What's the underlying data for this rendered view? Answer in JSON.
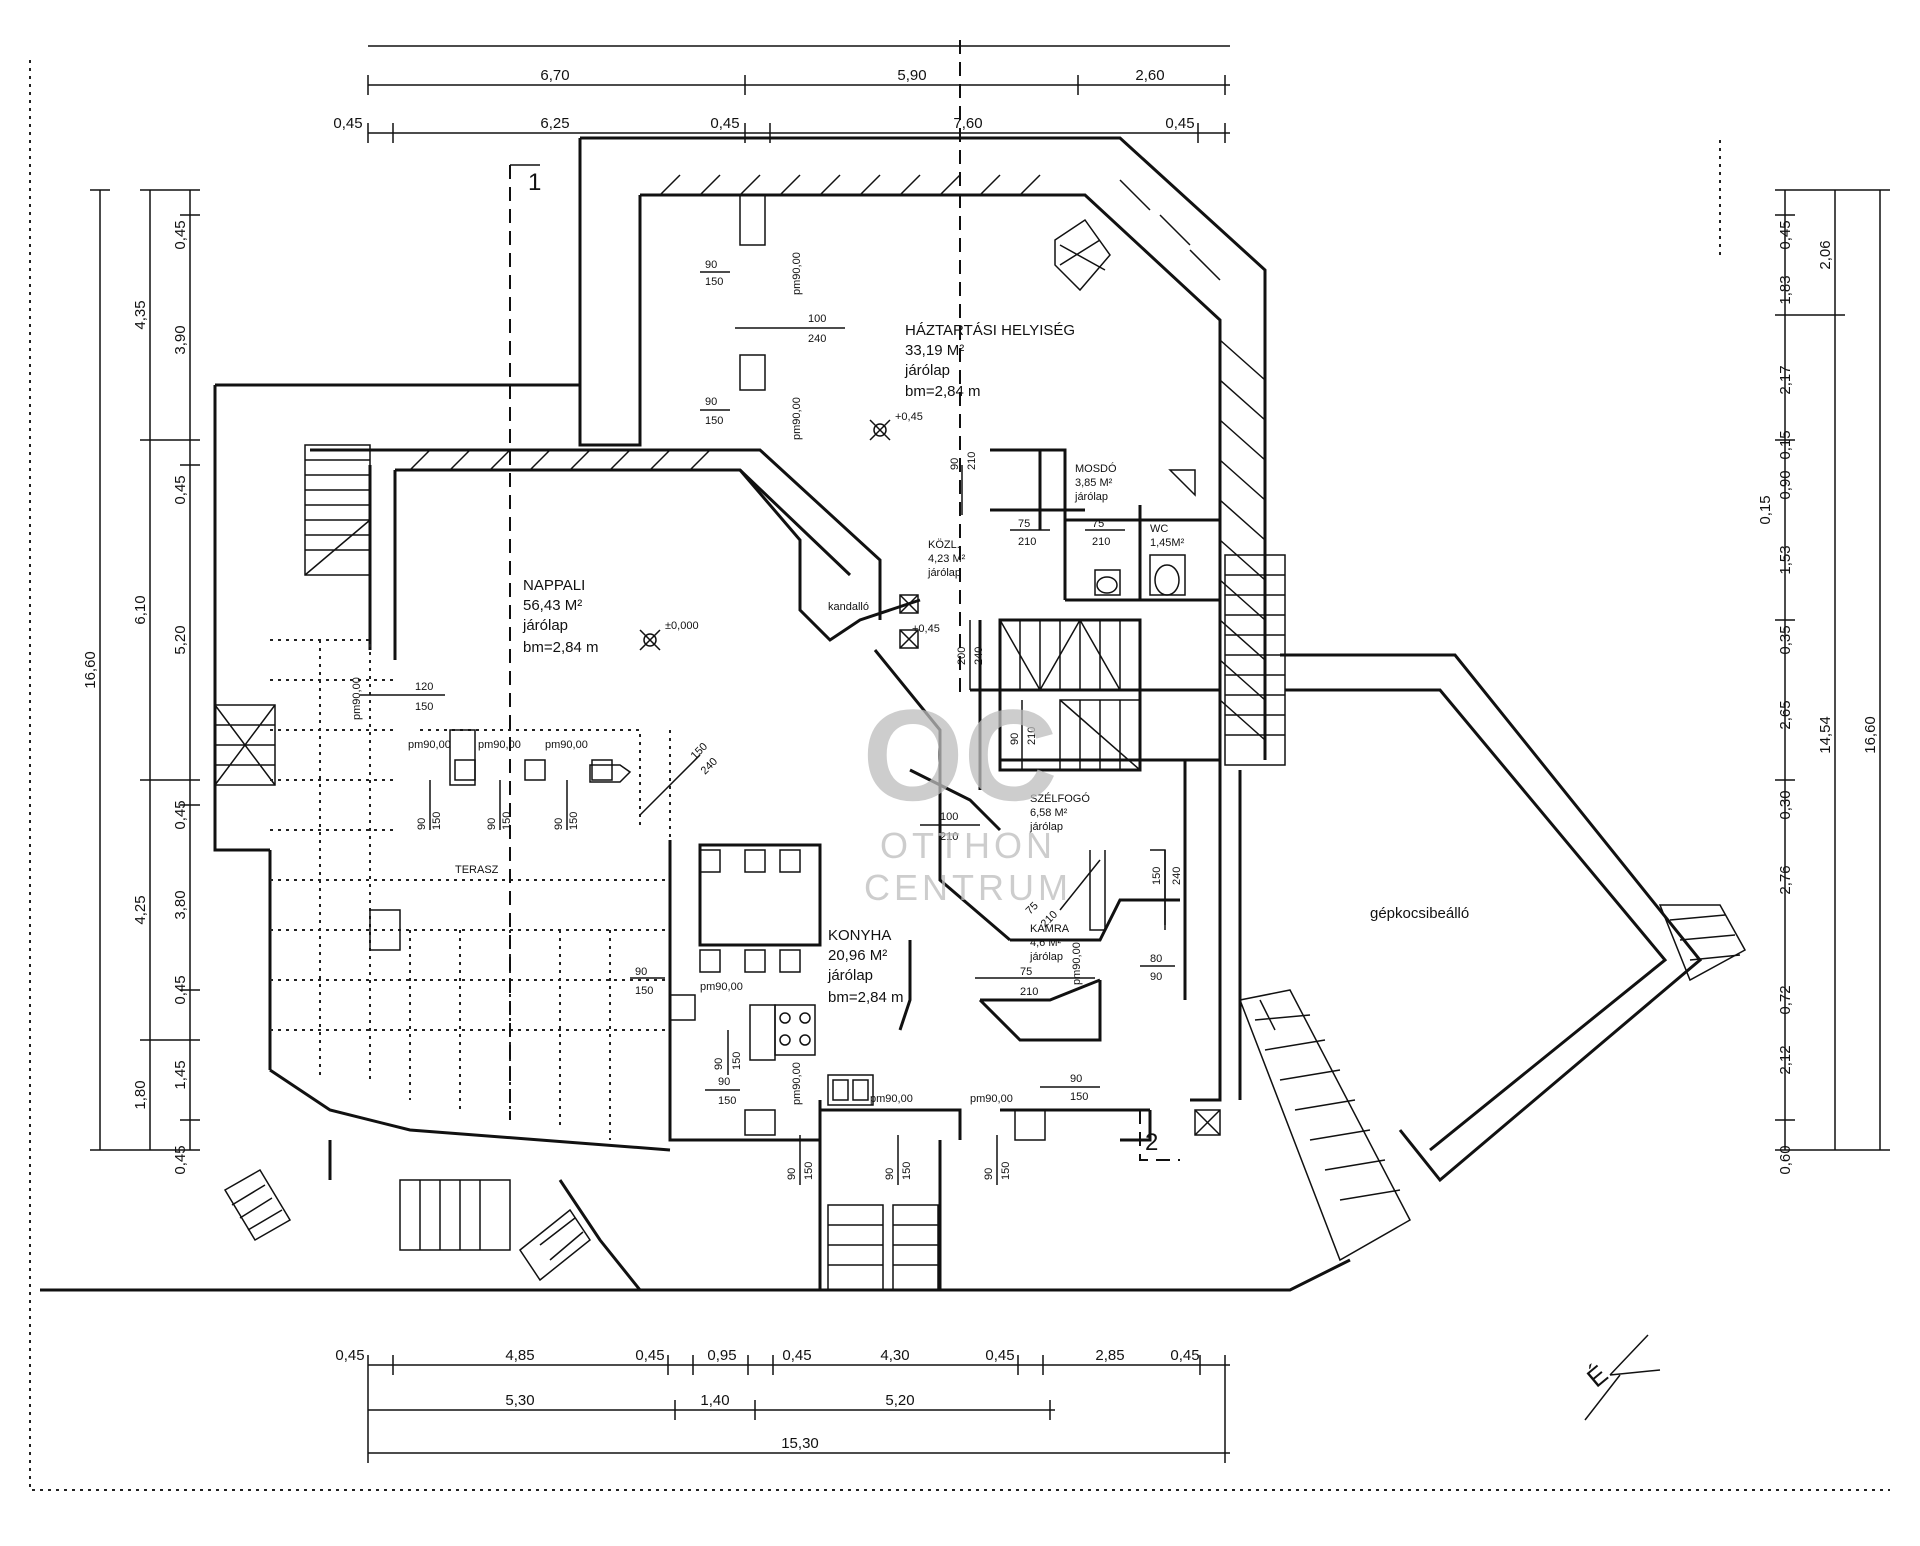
{
  "dims": {
    "top_row1": [
      "6,70",
      "5,90",
      "2,60"
    ],
    "top_row2": [
      "0,45",
      "6,25",
      "0,45",
      "7,60",
      "0,45"
    ],
    "bottom_row1": [
      "0,45",
      "4,85",
      "0,45",
      "0,95",
      "0,45",
      "4,30",
      "0,45",
      "2,85",
      "0,45"
    ],
    "bottom_row2": [
      "5,30",
      "1,40",
      "5,20"
    ],
    "bottom_total": "15,30",
    "left_outer": "16,60",
    "left_mid": [
      "4,35",
      "6,10",
      "4,25",
      "1,80"
    ],
    "left_inner": [
      "0,45",
      "3,90",
      "0,45",
      "5,20",
      "0,45",
      "3,80",
      "0,45",
      "1,45",
      "0,45"
    ],
    "right_inner": [
      "0,45",
      "1,83",
      "2,17",
      "0,15",
      "0,90",
      "1,53",
      "0,35",
      "2,65",
      "0,30",
      "2,76",
      "0,72",
      "2,12",
      "0,60"
    ],
    "right_extra": "0,15",
    "right_mid": [
      "2,06",
      "14,54"
    ],
    "right_outer": "16,60"
  },
  "rooms": {
    "haztartasi": {
      "name": "HÁZTARTÁSI HELYISÉG",
      "area": "33,19 M²",
      "floor": "járólap",
      "height": "bm=2,84 m",
      "level": "+0,45"
    },
    "nappali": {
      "name": "NAPPALI",
      "area": "56,43 M²",
      "floor": "járólap",
      "height": "bm=2,84 m",
      "level": "±0,000"
    },
    "konyha": {
      "name": "KONYHA",
      "area": "20,96 M²",
      "floor": "járólap",
      "height": "bm=2,84 m"
    },
    "mosdo": {
      "name": "MOSDÓ",
      "area": "3,85 M²",
      "floor": "járólap"
    },
    "wc": {
      "name": "WC",
      "area": "1,45M²"
    },
    "kozl": {
      "name": "KÖZL.",
      "area": "4,23 M²",
      "floor": "járólap",
      "level": "+0,45"
    },
    "szelfogo": {
      "name": "SZÉLFOGÓ",
      "area": "6,58 M²",
      "floor": "járólap"
    },
    "kamra": {
      "name": "KAMRA",
      "area": "4,6 M²",
      "floor": "járólap"
    },
    "terasz": {
      "name": "TERASZ"
    },
    "gepkocsi": {
      "name": "gépkocsibeálló"
    },
    "kandallo": {
      "name": "kandalló"
    }
  },
  "doors": [
    [
      "90",
      "150"
    ],
    [
      "100",
      "240"
    ],
    [
      "90",
      "150"
    ],
    [
      "90",
      "210"
    ],
    [
      "75",
      "210"
    ],
    [
      "75",
      "210"
    ],
    [
      "120",
      "150"
    ],
    [
      "150",
      "240"
    ],
    [
      "90",
      "150"
    ],
    [
      "90",
      "150"
    ],
    [
      "90",
      "150"
    ],
    [
      "90",
      "210"
    ],
    [
      "200",
      "240"
    ],
    [
      "100",
      "210"
    ],
    [
      "150",
      "240"
    ],
    [
      "75",
      "210"
    ],
    [
      "80",
      "90"
    ],
    [
      "90",
      "150"
    ],
    [
      "75",
      "210"
    ],
    [
      "90",
      "150"
    ],
    [
      "90",
      "150"
    ],
    [
      "90",
      "150"
    ],
    [
      "90",
      "150"
    ],
    [
      "90",
      "150"
    ],
    [
      "90",
      "150"
    ]
  ],
  "parapets": [
    "pm90,00",
    "pm90,00",
    "pm90,00",
    "pm90,00",
    "pm90,00",
    "pm90,00",
    "pm90,00",
    "pm90,00",
    "pm90,00"
  ],
  "section_marks": [
    "1",
    "2"
  ],
  "north_label": "É",
  "watermark": {
    "logo": "OC",
    "line1": "OTTHON",
    "line2": "CENTRUM"
  }
}
